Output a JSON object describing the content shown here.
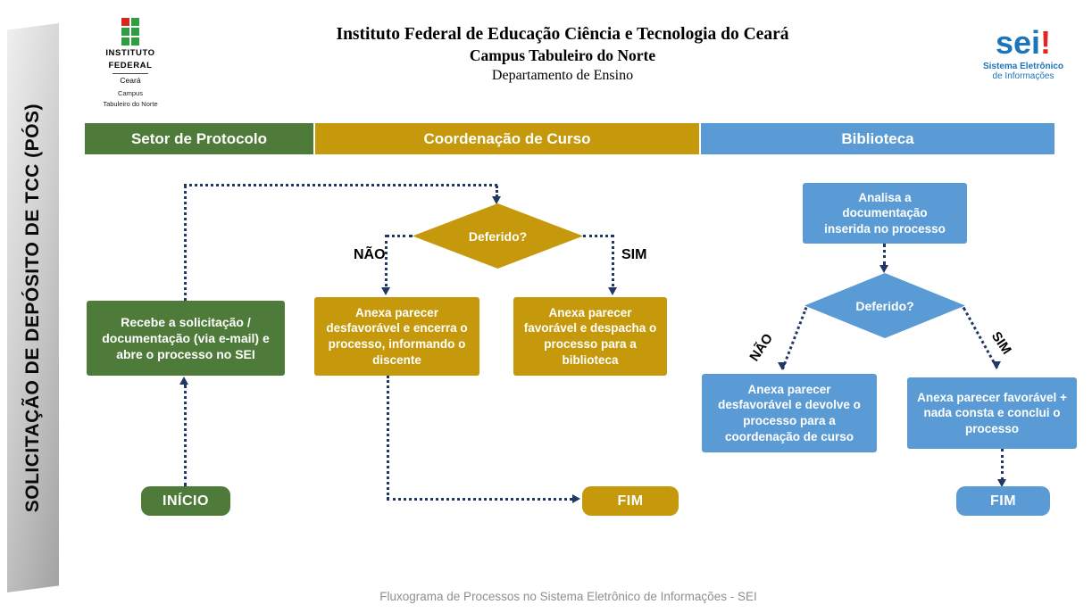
{
  "side_banner": {
    "title": "SOLICITAÇÃO DE DEPÓSITO DE TCC (PÓS)"
  },
  "header": {
    "title_line1": "Instituto Federal de Educação Ciência e Tecnologia do Ceará",
    "title_line2": "Campus Tabuleiro do Norte",
    "title_line3": "Departamento de Ensino",
    "ifce_logo": {
      "name_line1": "INSTITUTO",
      "name_line2": "FEDERAL",
      "state": "Ceará",
      "campus_line1": "Campus",
      "campus_line2": "Tabuleiro do Norte"
    },
    "sei_logo": {
      "name": "sei",
      "bang": "!",
      "subtitle1": "Sistema Eletrônico",
      "subtitle2": "de Informações"
    }
  },
  "lanes": [
    {
      "label": "Setor de Protocolo",
      "color": "#4f7b3a"
    },
    {
      "label": "Coordenação de Curso",
      "color": "#c5990b"
    },
    {
      "label": "Biblioteca",
      "color": "#5b9bd5"
    }
  ],
  "flow": {
    "protocolo": {
      "step1": "Recebe a solicitação / documentação (via e-mail) e abre o processo no SEI",
      "start": "INÍCIO"
    },
    "coordenacao": {
      "decision": "Deferido?",
      "no_label": "NÃO",
      "yes_label": "SIM",
      "no_box": "Anexa parecer desfavorável e encerra o processo, informando o discente",
      "yes_box": "Anexa parecer favorável e despacha o processo para a biblioteca",
      "end": "FIM"
    },
    "biblioteca": {
      "step1": "Analisa a documentação inserida no processo",
      "decision": "Deferido?",
      "no_label": "NÃO",
      "yes_label": "SIM",
      "no_box": "Anexa parecer desfavorável e devolve o processo para a coordenação de curso",
      "yes_box": "Anexa parecer favorável + nada consta e conclui o processo",
      "end": "FIM"
    }
  },
  "connector_color": "#1f3864",
  "footer": {
    "text": "Fluxograma de Processos no Sistema Eletrônico de Informações - SEI"
  }
}
